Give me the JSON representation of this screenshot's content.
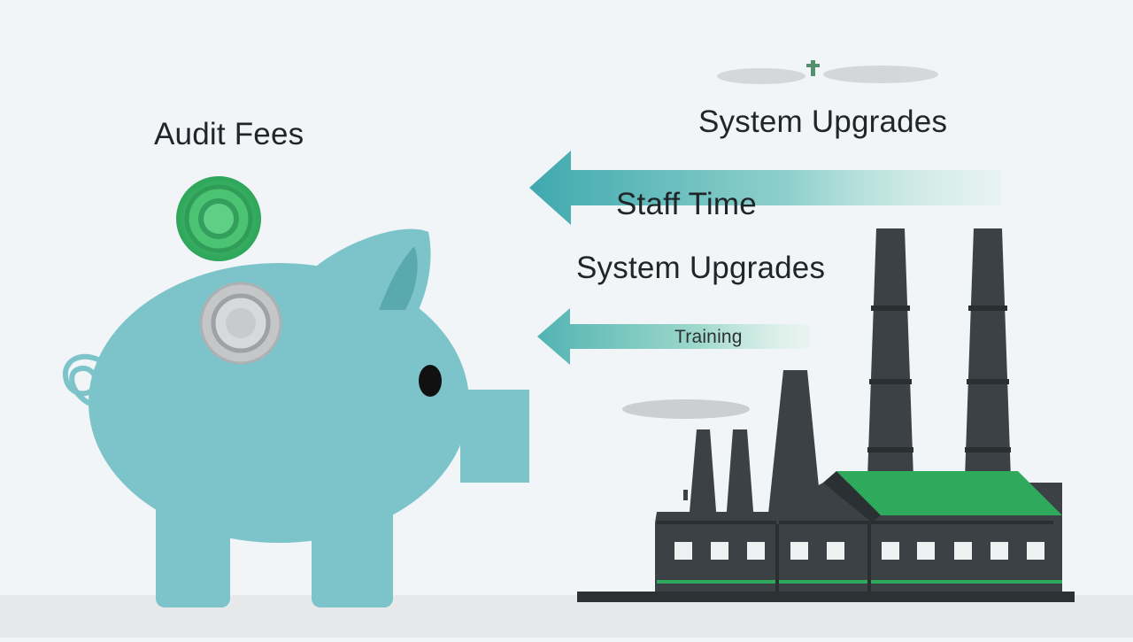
{
  "labels": {
    "audit_fees": "Audit Fees",
    "system_upgrades_top": "System Upgrades",
    "staff_time": "Staff Time",
    "system_upgrades_mid": "System Upgrades",
    "training": "Training"
  },
  "colors": {
    "background": "#f1f5f8",
    "piggy_bank": "#7cc4ca",
    "coin_green": "#3fba68",
    "coin_gray": "#c4c6c8",
    "arrow_teal": "#4fb0b4",
    "factory": "#3b4144",
    "factory_roof": "#2faa5c",
    "text": "#1f2528"
  },
  "icons": [
    "piggy-bank-icon",
    "coin-icon",
    "arrow-left-icon",
    "factory-icon",
    "smoke-icon"
  ]
}
